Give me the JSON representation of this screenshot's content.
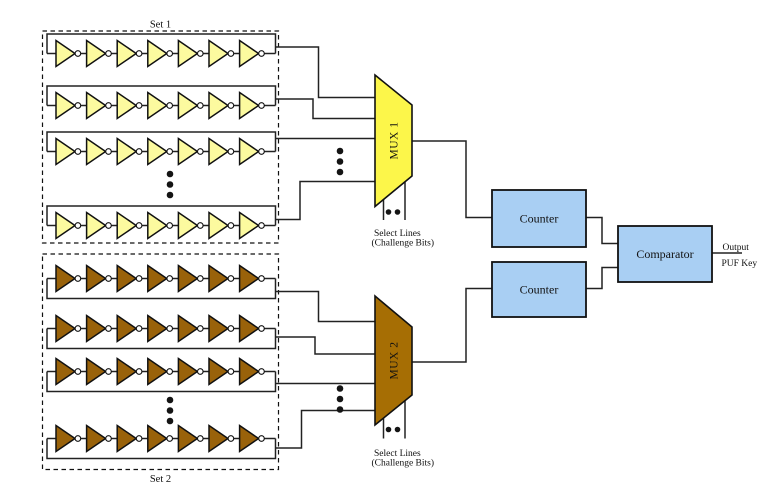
{
  "sets": [
    {
      "label": "Set 1",
      "visible_rows": 4,
      "inverters_per_row": 7
    },
    {
      "label": "Set 2",
      "visible_rows": 4,
      "inverters_per_row": 7
    }
  ],
  "mux1": {
    "label": "MUX 1",
    "select_line1": "Select Lines",
    "select_line2": "(Challenge Bits)"
  },
  "mux2": {
    "label": "MUX 2",
    "select_line1": "Select Lines",
    "select_line2": "(Challenge Bits)"
  },
  "counter_top": {
    "label": "Counter"
  },
  "counter_bottom": {
    "label": "Counter"
  },
  "comparator": {
    "label": "Comparator"
  },
  "output": {
    "line1": "Output",
    "line2": "PUF Key"
  },
  "colors": {
    "set1_inverter": "#FCFA9F",
    "set2_inverter": "#99620A",
    "mux1_fill": "#FCF64A",
    "mux2_fill": "#A66E04",
    "counter_fill": "#A9CFF3",
    "comparator_fill": "#A9CFF3",
    "wire": "#222222",
    "outline": "#111111",
    "bubble": "#FFFFFF",
    "background": "#FFFFFF"
  }
}
